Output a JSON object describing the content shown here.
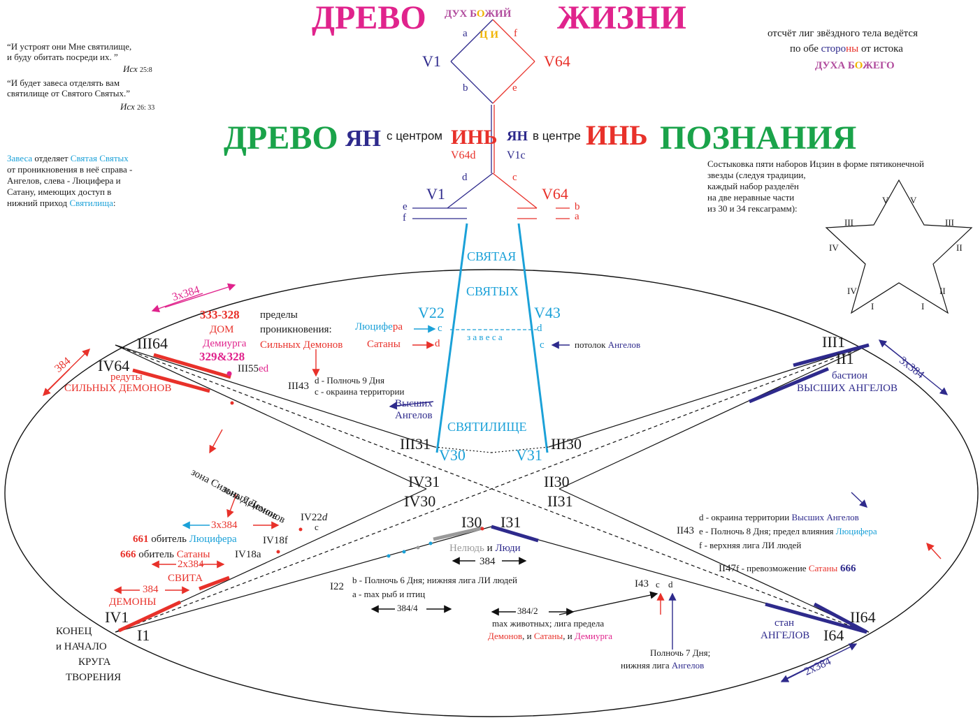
{
  "colors": {
    "red": "#e8312a",
    "darkblue": "#2e2a8c",
    "cyan": "#1ba1d8",
    "magenta": "#e0238c",
    "green": "#1aa34a",
    "purple": "#b04a9c",
    "yellow": "#f0b400"
  },
  "titles": {
    "drevo1": "ДРЕВО",
    "zhizni": "ЖИЗНИ",
    "duh": "ДУХ Б",
    "duh_o": "О",
    "duh_rest": "ЖИЙ",
    "tsi_1": "Ц",
    "tsi_2": "И",
    "drevo2": "ДРЕВО",
    "yan1": "ЯН",
    "s_centrom": "с центром",
    "in1": "ИНЬ",
    "yan2": "ЯН",
    "v_centre": "в центре",
    "in2": "ИНЬ",
    "poznaniya": "ПОЗНАНИЯ",
    "v64d": "V64d",
    "v1c": "V1c"
  },
  "quotes": {
    "q1_line1": "“И устроят они Мне святилище,",
    "q1_line2": "и буду обитать посреди их. ”",
    "q1_ref": "Исх",
    "q1_ref_num": "25:8",
    "q2_line1": "“И будет завеса отделять вам",
    "q2_line2": "святилище от Святого Святых.”",
    "q2_ref": "Исх",
    "q2_ref_num": "26: 33"
  },
  "zavesa_note": {
    "w1": "Завеса",
    "w2": " отделяет ",
    "w3": "Святая Святых",
    "l2": "от проникновения в неё справа -",
    "l3": "Ангелов, слева - Люцифера и",
    "l4": "Сатану, имеющих доступ в",
    "l5a": "нижний приход ",
    "l5b": "Святилища",
    "l5c": ":"
  },
  "right_note": {
    "l1": "отсчёт лиг звёздного тела ведётся",
    "l2a": "по обе ",
    "l2b": "сторо",
    "l2c": "ны",
    "l2d": " от истока",
    "l3a": "ДУХА Б",
    "l3b": "О",
    "l3c": "ЖЕГО"
  },
  "star_note": {
    "l1": "Состыковка пяти наборов Ицзин в форме пятиконечной",
    "l2": "звезды (следуя традиции,",
    "l3": "каждый набор разделён",
    "l4": "на две неравные части",
    "l5": "из 30 и 34 гексаграмм):",
    "labels": [
      "V",
      "V",
      "III",
      "III",
      "IV",
      "II",
      "IV",
      "II",
      "I",
      "I"
    ]
  },
  "upper": {
    "a": "a",
    "f": "f",
    "b": "b",
    "e": "e",
    "v1": "V1",
    "v64": "V64",
    "d": "d",
    "c": "c",
    "v1b": "V1",
    "v64b": "V64",
    "le": "e",
    "lf": "f",
    "rb": "b",
    "ra": "a"
  },
  "sanctum": {
    "svyataya": "СВЯТАЯ",
    "svyatyh": "СВЯТЫХ",
    "v22": "V22",
    "v43": "V43",
    "zavesa": "з а в е с а",
    "svyatilische": "СВЯТИЛИЩЕ",
    "v30": "V30",
    "v31": "V31",
    "lucifer_a": "Люцифе",
    "lucifer_b": "ра",
    "c1": "c",
    "satan": "Сатаны",
    "d1": "d",
    "d2": "d",
    "c2": "c",
    "potolok_a": "потолок ",
    "potolok_b": "Ангелов"
  },
  "left_top": {
    "n333": "333-328",
    "dom": "ДОМ",
    "demiurg": "Демиурга",
    "n329": "329&328",
    "predely1": "пределы",
    "predely2": "проникновения:",
    "silnyh": "Сильных Демонов",
    "iii64": "III64",
    "iv64": "IV64",
    "reduty": "редуты",
    "silnyh_dem": "СИЛЬНЫХ ДЕМОНОВ",
    "iii55": "III55",
    "iii55ed": "ed",
    "iii43": "III43",
    "iii43_d": "d - Полночь 9 Дня",
    "iii43_c": "c - окраина территории",
    "vysshih": "Высших",
    "angelov": "Ангелов",
    "arrow3x384": "3x384",
    "arrow384": "384"
  },
  "right_top": {
    "iii1": "III1",
    "ii1": "II1",
    "bastion": "бастион",
    "vysshih_angelov": "ВЫСШИХ АНГЕЛОВ",
    "arrow3x384": "3x384"
  },
  "center": {
    "iii31": "III31",
    "iii30": "III30",
    "iv31": "IV31",
    "iv30": "IV30",
    "ii30": "II30",
    "ii31": "II31",
    "i30": "I30",
    "i31": "I31",
    "nelyud": "Нелюдь",
    "i_word": " и ",
    "lyudi": "Люди",
    "n384": "384"
  },
  "left_bottom": {
    "zona1": "зона Сильных Демонов",
    "zona2": "зона Демонов",
    "iv22": "IV22",
    "iv22d": "d",
    "iv22c": "c",
    "n3x384": "3x384",
    "n661": "661",
    "obitel1": " обитель ",
    "lucifera": "Люцифера",
    "iv18": "IV18",
    "iv18f": "f",
    "n666": "666",
    "obitel2": " обитель ",
    "satany": "Сатаны",
    "iv18b": "IV18",
    "iv18a": "a",
    "n2x384": "2x384",
    "svita": "СВИТА",
    "n384": "384",
    "demony": "ДЕМОНЫ",
    "iv1": "IV1",
    "i1": "I1",
    "konec1": "КОНЕЦ",
    "konec2": "и НАЧАЛО",
    "konec3": "КРУГА",
    "konec4": "ТВОРЕНИЯ",
    "i22": "I22",
    "i22b": "b - Полночь 6 Дня; нижняя лига ЛИ людей",
    "i22a": "a - max рыб и птиц",
    "n384_4": "384/4"
  },
  "bottom_mid": {
    "n384_2": "384/2",
    "max1": "max животных; лига предела",
    "demonov": "Демонов",
    "comma_i": ", и ",
    "satany": "Сатаны",
    "comma_i2": ", и ",
    "demiurga": "Демиурга",
    "i43": "I43",
    "c": "c",
    "d": "d",
    "polnoch7": "Полночь 7 Дня;",
    "nizh_a": "нижняя лига ",
    "nizh_b": "Ангелов"
  },
  "right_bottom": {
    "d_line_a": "d - окраина территории ",
    "d_line_b": "Высших Ангелов",
    "ii43": "II43",
    "e_line_a": "e - Полночь 8 Дня; предел влияния ",
    "e_line_b": "Люцифера",
    "f_line": "f - верхняя лига ЛИ людей",
    "ii47": "II47",
    "ii47_a": "f - превозможение ",
    "ii47_b": "Сатаны",
    "ii47_c": " 666",
    "stan": "стан",
    "angelov": "АНГЕЛОВ",
    "i64": "I64",
    "ii64": "II64",
    "n2x384": "2x384"
  }
}
